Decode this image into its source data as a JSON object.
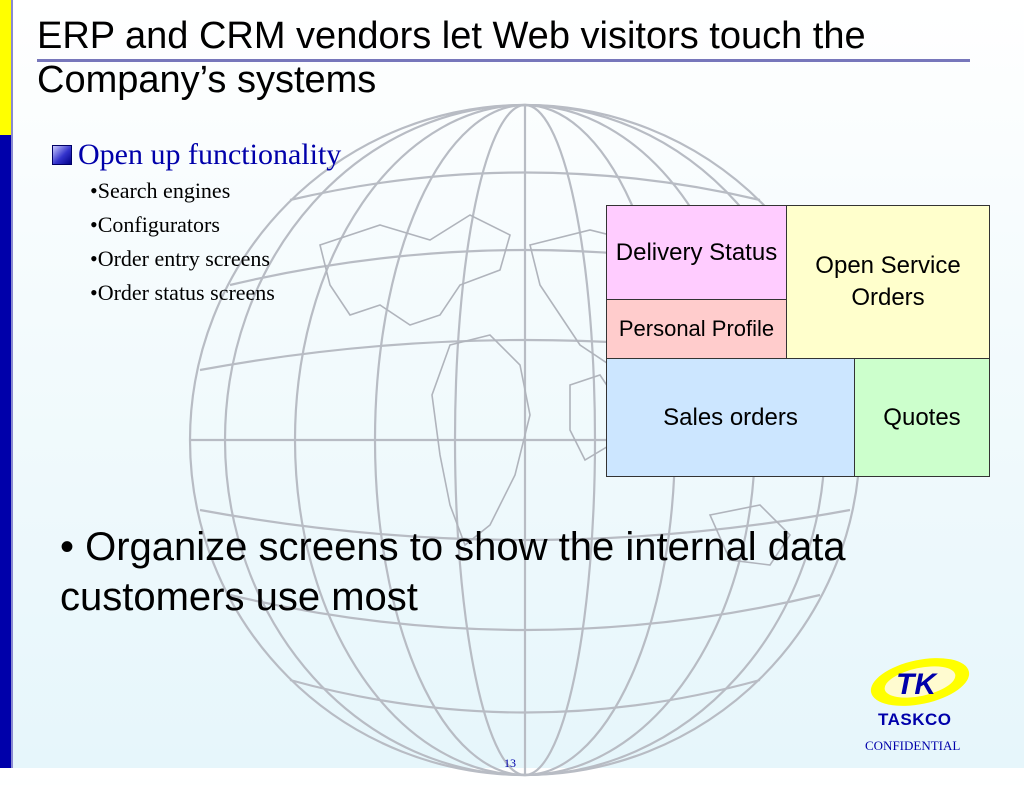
{
  "slide": {
    "title": "ERP and CRM vendors let Web visitors touch the Company’s systems",
    "main_bullet": "Open up functionality",
    "sub_bullets": [
      "Search engines",
      "Configurators",
      "Order entry screens",
      "Order status screens"
    ],
    "diagram": {
      "delivery_status": "Delivery Status",
      "open_service_orders": "Open Service Orders",
      "personal_profile": "Personal Profile",
      "sales_orders": "Sales orders",
      "quotes": "Quotes"
    },
    "bottom_bullet": "• Organize screens to show the internal data customers use most",
    "logo_text": "TASKCO",
    "confidential": "CONFIDENTIAL",
    "page_number": "13"
  },
  "colors": {
    "accent_blue": "#0000aa",
    "side_yellow": "#ffff00",
    "box_pink": "#ffccff",
    "box_yellow": "#ffffcc",
    "box_salmon": "#ffcccc",
    "box_blue": "#cce6ff",
    "box_green": "#ccffcc"
  },
  "icons": {
    "background": "globe-icon",
    "logo": "tk-logo-icon",
    "bullet": "bullet-square-icon"
  }
}
